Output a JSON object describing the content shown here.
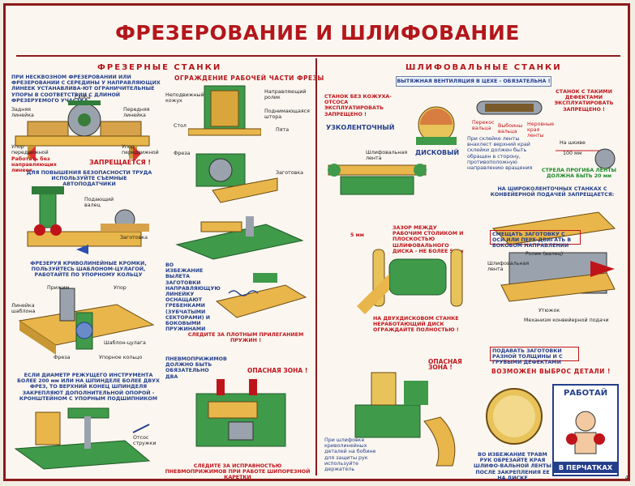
{
  "title": "ФРЕЗЕРОВАНИЕ И ШЛИФОВАНИЕ",
  "left": {
    "heading": "ФРЕЗЕРНЫЕ СТАНКИ",
    "n1": "ПРИ НЕСКВОЗНОМ ФРЕЗЕРОВАНИИ ИЛИ ФРЕЗЕРОВАНИИ С СЕРЕДИНЫ У НАПРАВЛЯЮЩИХ ЛИНЕЕК УСТАНАВЛИВА-ЮТ ОГРАНИЧИТЕЛЬНЫЕ УПОРЫ В СООТВЕТСТВИИ С ДЛИНОЙ ФРЕЗЕРУЕМОГО УЧАСТКА",
    "l_zad": "Задняя линейка",
    "l_skoba": "Скоба",
    "l_per": "Передняя линейка",
    "l_upor1": "Упор передвижной",
    "l_upor2": "Упор передвижной",
    "l_bez": "Работать без направляющих линеек",
    "l_zapr": "ЗАПРЕЩАЕТСЯ !",
    "n2": "ДЛЯ ПОВЫШЕНИЯ БЕЗОПАСНОСТИ ТРУДА ИСПОЛЬЗУЙТЕ СЪЕМНЫЕ АВТОПОДАТЧИКИ",
    "l_pod": "Подающий валец",
    "l_zag": "Заготовка",
    "n3": "ФРЕЗЕРУЯ КРИВОЛИНЕЙНЫЕ КРОМКИ, ПОЛЬЗУЙТЕСЬ ШАБЛОНОМ-ЦУЛАГОЙ, РАБОТАЙТЕ ПО УПОРНОМУ КОЛЬЦУ",
    "l_prizhim": "Прижим",
    "l_upor": "Упор",
    "l_lin_shab": "Линейка шаблона",
    "l_shab": "Шаблон-цулага",
    "l_freza": "Фреза",
    "l_kolco": "Упорное кольцо",
    "n4": "ЕСЛИ ДИАМЕТР РЕЖУЩЕГО ИНСТРУМЕНТА БОЛЕЕ 200 мм ИЛИ НА ШПИНДЕЛЕ БОЛЕЕ ДВУХ ФРЕЗ, ТО ВЕРХНИЙ КОНЕЦ ШПИНДЕЛЯ ЗАКРЕПЛЯЮТ ДОПОЛНИТЕЛЬНОЙ ОПОРОЙ - КРОНШТЕЙНОМ С УПОРНЫМ ПОДШИПНИКОМ",
    "l_otsos": "Отсос стружки"
  },
  "center": {
    "heading": "ОГРАЖДЕНИЕ РАБОЧЕЙ ЧАСТИ ФРЕЗЫ",
    "l_nepod": "Неподвижный кожух",
    "l_napr": "Направляющий ролик",
    "l_podn": "Поднимающаяся штора",
    "l_stol": "Стол",
    "l_peta": "Пята",
    "l_freza": "Фреза",
    "l_zag": "Заготовка",
    "n1": "ВО ИЗБЕЖАНИЕ ВЫЛЕТА ЗАГОТОВКИ НАПРАВЛЯЮЩУЮ ЛИНЕЙКУ ОСНАЩАЮТ ГРЕБЕНКАМИ (ЗУБЧАТЫМИ СЕКТОРАМИ) И БОКОВЫМИ ПРУЖИНАМИ",
    "n2": "СЛЕДИТЕ ЗА ПЛОТНЫМ ПРИЛЕГАНИЕМ ПРУЖИН !",
    "n3": "ПНЕВМОПРИЖИМОВ ДОЛЖНО БЫТЬ ОБЯЗАТЕЛЬНО ДВА",
    "n4": "ОПАСНАЯ ЗОНА !",
    "n5": "СЛЕДИТЕ ЗА ИСПРАВНОСТЬЮ ПНЕВМОПРИЖИМОВ ПРИ РАБОТЕ ШИПОРЕЗНОЙ КАРЕТКИ"
  },
  "right": {
    "heading": "ШЛИФОВАЛЬНЫЕ СТАНКИ",
    "vent": "ВЫТЯЖНАЯ ВЕНТИЛЯЦИЯ В ЦЕХЕ - ОБЯЗАТЕЛЬНА !",
    "n1": "СТАНОК БЕЗ КОЖУХА-ОТСОСА ЭКСПЛУАТИРОВАТЬ ЗАПРЕЩЕНО !",
    "uzko": "УЗКОЛЕНТОЧНЫЙ",
    "disk": "ДИСКОВЫЙ",
    "l_shl": "Шлифовальная лента",
    "n2": "СТАНОК С ТАКИМИ ДЕФЕКТАМИ ЭКСПЛУАТИРОВАТЬ ЗАПРЕЩЕНО !",
    "l_perekos": "Перекос вальца",
    "l_vyb": "Выбоины вальца",
    "l_nerov": "Неровные края ленты",
    "n3": "При склейке ленты внахлест верхний край склейки должен быть обращен в сторону, противоположную направлению вращения",
    "l_nashk": "На шкиве",
    "l_100": "100 мм",
    "n4": "СТРЕЛА ПРОГИБА ЛЕНТЫ ДОЛЖНА БЫТЬ 20 мм",
    "l_5mm": "5 мм",
    "n5": "ЗАЗОР МЕЖДУ РАБОЧИМ СТОЛИКОМ И ПЛОСКОСТЬЮ ШЛИФОВАЛЬНОГО ДИСКА - НЕ БОЛЕЕ 5 мм",
    "n6": "НА ДВУХДИСКОВОМ СТАНКЕ НЕРАБОТАЮЩИЙ ДИСК ОГРАЖДАЙТЕ ПОЛНОСТЬЮ !",
    "n7": "НА ШИРОКОЛЕНТОЧНЫХ СТАНКАХ С КОНВЕЙЕРНОЙ ПОДАЧЕЙ ЗАПРЕЩАЕТСЯ:",
    "n8": "СМЕЩАТЬ ЗАГОТОВКУ С ОСИ ИЛИ ПЕРЕ-ДВИГАТЬ В БОКОВОМ НАПРАВЛЕНИИ",
    "l_rolik": "Ролик (валец)",
    "l_shl2": "Шлифовальная лента",
    "l_utyug": "Утюжок",
    "l_mech": "Механизм конвейерной подачи",
    "n9": "ПОДАВАТЬ ЗАГОТОВКИ РАЗНОЙ ТОЛЩИНЫ И С ГРУБЫМИ ДЕФЕКТАМИ",
    "n10": "ВОЗМОЖЕН ВЫБРОС ДЕТАЛИ !",
    "n11": "ОПАСНАЯ ЗОНА !",
    "n12": "При шлифовке криволинейных деталей на бобине для защиты рук используйте держатель",
    "n13": "ВО ИЗБЕЖАНИЕ ТРАВМ РУК ОБРЕЗАЙТЕ КРАЯ ШЛИФО-ВАЛЬНОЙ ЛЕНТЫ ПОСЛЕ ЗАКРЕПЛЕНИЯ ЕЕ НА ДИСКЕ",
    "badge_top": "РАБОТАЙ",
    "badge_bottom": "В ПЕРЧАТКАХ"
  },
  "page_number": "4"
}
